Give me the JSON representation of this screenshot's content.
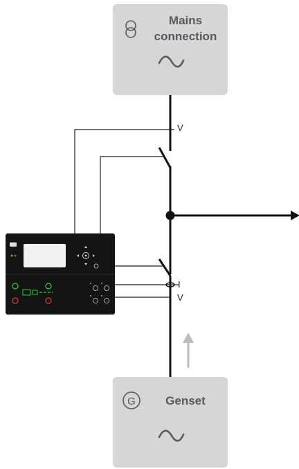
{
  "mains": {
    "title_line1": "Mains",
    "title_line2": "connection",
    "symbol": "~",
    "icon": "transformer-icon"
  },
  "genset": {
    "title": "Genset",
    "symbol": "~",
    "icon_letter": "G"
  },
  "signals": {
    "mains_voltage": "V",
    "genset_current": "I",
    "genset_voltage": "V"
  },
  "colors": {
    "box_fill": "#d6d6d6",
    "box_text": "#555a60",
    "controller_body": "#141414",
    "controller_screen": "#f2f2f2",
    "led_green": "#2ecc40",
    "led_red": "#e53935",
    "arrow_grey": "#bdbdbd"
  }
}
